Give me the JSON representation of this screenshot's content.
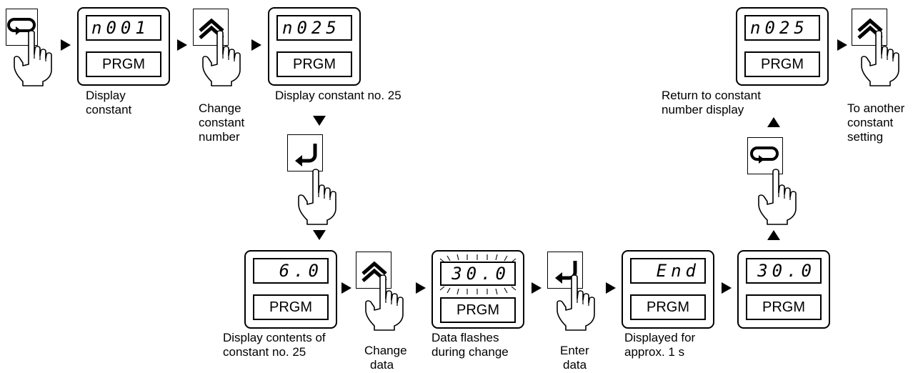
{
  "panels": {
    "p1": {
      "display": "n001",
      "key": "PRGM"
    },
    "p2": {
      "display": "n025",
      "key": "PRGM"
    },
    "p3": {
      "display": "n025",
      "key": "PRGM"
    },
    "p4": {
      "display": "6.0",
      "key": "PRGM"
    },
    "p5": {
      "display": "30.0",
      "key": "PRGM"
    },
    "p6": {
      "display": "End",
      "key": "PRGM"
    },
    "p7": {
      "display": "30.0",
      "key": "PRGM"
    }
  },
  "captions": {
    "display_constant_1": "Display",
    "display_constant_2": "constant",
    "change_number_1": "Change",
    "change_number_2": "constant",
    "change_number_3": "number",
    "display_no25": "Display constant no. 25",
    "return_1": "Return to constant",
    "return_2": "number display",
    "another_1": "To another",
    "another_2": "constant",
    "another_3": "setting",
    "contents_1": "Display contents of",
    "contents_2": "constant no. 25",
    "change_data_1": "Change",
    "change_data_2": "data",
    "flashes_1": "Data flashes",
    "flashes_2": "during change",
    "enter_1": "Enter",
    "enter_2": "data",
    "displayed_1": "Displayed for",
    "displayed_2": "approx. 1 s"
  },
  "icons": [
    "mode-key-icon",
    "up-key-icon",
    "enter-key-icon",
    "pointing-hand-icon",
    "arrow-right-icon",
    "arrow-down-icon",
    "arrow-up-icon"
  ]
}
